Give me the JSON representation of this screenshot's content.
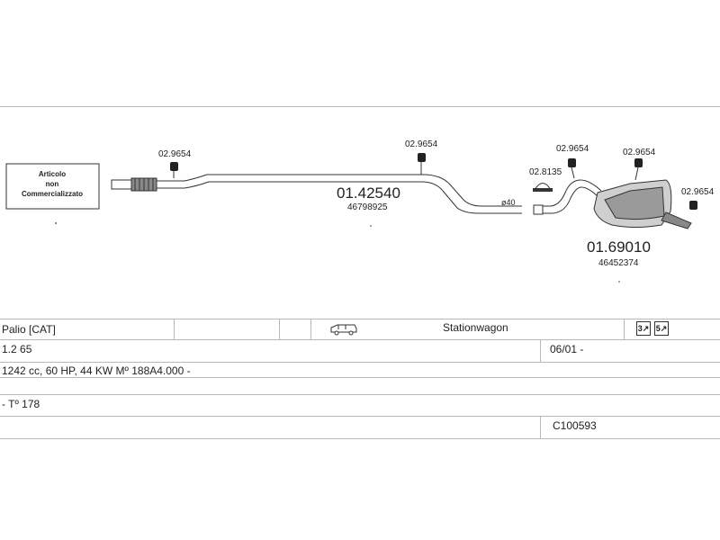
{
  "diagram": {
    "label_box": {
      "line1": "Articolo",
      "line2": "non",
      "line3": "Commercializzato"
    },
    "hangers": [
      "02.9654",
      "02.9654",
      "02.9654",
      "02.9654",
      "02.9654"
    ],
    "clamp": "02.8135",
    "diameter": "ø40",
    "pipe": {
      "code": "01.42540",
      "oem": "46798925"
    },
    "muffler": {
      "code": "01.69010",
      "oem": "46452374"
    }
  },
  "table": {
    "model": "Palio  [CAT]",
    "body_type": "Stationwagon",
    "engine_size": "1.2 65",
    "date_range": "06/01 -",
    "engine_spec": "1242 cc, 60 HP, 44 KW Mº 188A4.000 -",
    "type_code": "- Tº 178",
    "catalog_code": "C100593",
    "icons": [
      "car-icon",
      "rear-exhaust-icon",
      "side-exhaust-icon"
    ]
  }
}
